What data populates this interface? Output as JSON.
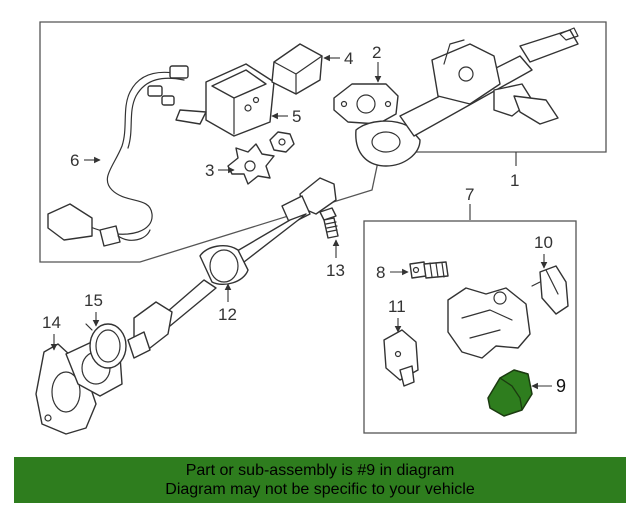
{
  "callouts": {
    "c1": "1",
    "c2": "2",
    "c3": "3",
    "c4": "4",
    "c5": "5",
    "c6": "6",
    "c7": "7",
    "c8": "8",
    "c9": "9",
    "c10": "10",
    "c11": "11",
    "c12": "12",
    "c13": "13",
    "c14": "14",
    "c15": "15"
  },
  "highlight": {
    "part": "9",
    "color": "#2e7d1e"
  },
  "banner": {
    "line1": "Part or sub-assembly is #9 in diagram",
    "line2": "Diagram may not be specific to your vehicle",
    "background": "#2e7d1e"
  }
}
